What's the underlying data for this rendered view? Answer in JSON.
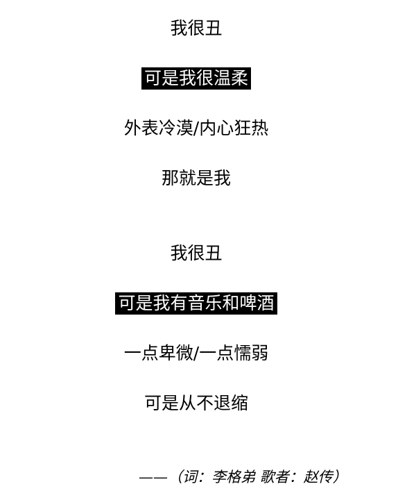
{
  "poem": {
    "stanza1": {
      "line1": "我很丑",
      "line2": "可是我很温柔",
      "line3": "外表冷漠/内心狂热",
      "line4": "那就是我"
    },
    "stanza2": {
      "line1": "我很丑",
      "line2": "可是我有音乐和啤酒",
      "line3": "一点卑微/一点懦弱",
      "line4": "可是从不退缩"
    }
  },
  "credit": "——（词：李格弟 歌者：赵传）",
  "colors": {
    "text": "#000000",
    "highlight_bg": "#000000",
    "highlight_text": "#ffffff",
    "background": "#ffffff"
  }
}
